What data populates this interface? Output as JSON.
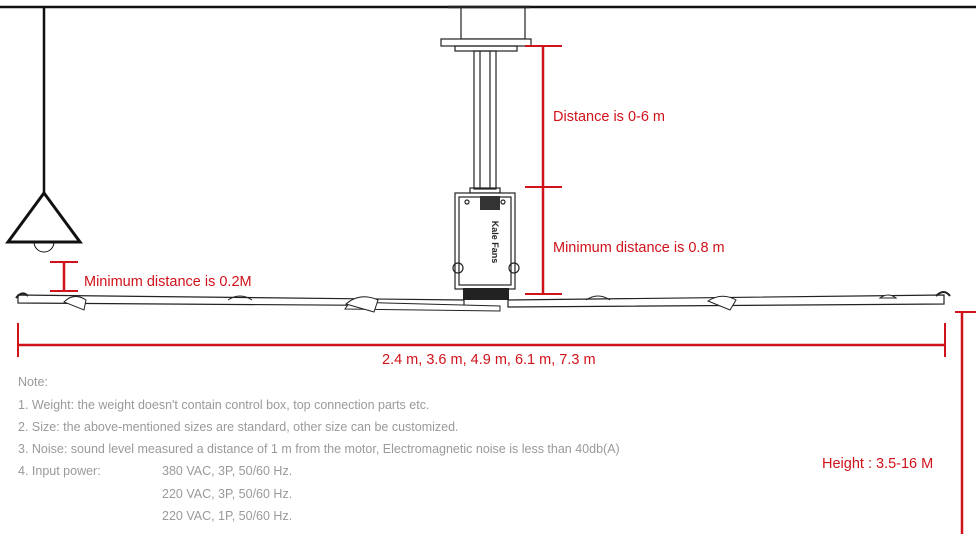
{
  "dimensions": {
    "mount_distance": "Distance is 0-6 m",
    "min_distance_box": "Minimum distance is 0.8 m",
    "min_distance_light": "Minimum distance is 0.2M",
    "diameters": "2.4 m, 3.6 m, 4.9 m, 6.1 m, 7.3 m",
    "height": "Height : 3.5-16 M"
  },
  "brand": "Kale Fans",
  "notes": {
    "title": "Note:",
    "items": [
      "1. Weight: the weight doesn't contain control box, top connection parts etc.",
      "2. Size: the above-mentioned sizes are standard, other size can be customized.",
      "3. Noise: sound level measured a distance of 1 m from the motor, Electromagnetic noise is less than 40db(A)"
    ],
    "power_label": "4. Input power:",
    "power_values": [
      "380 VAC, 3P, 50/60 Hz.",
      "220 VAC, 3P, 50/60 Hz.",
      "220 VAC, 1P, 50/60 Hz."
    ]
  },
  "colors": {
    "dimension_red": "#d0121b",
    "line_black": "#111111",
    "note_gray": "#9a9a9a"
  }
}
